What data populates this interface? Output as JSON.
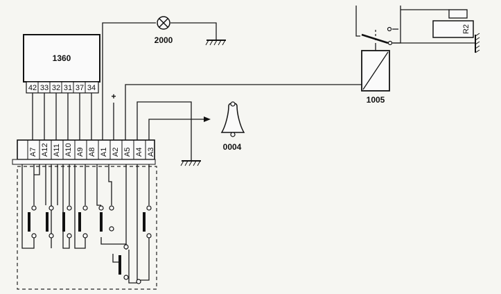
{
  "components": {
    "ecu": "1360",
    "lamp": "2000",
    "relay": "1005",
    "buzzer": "0004",
    "relay_tag": "R2"
  },
  "ecu_pins": [
    "42",
    "33",
    "32",
    "31",
    "37",
    "34"
  ],
  "connector_pins": [
    "A7",
    "A12",
    "A11",
    "A10",
    "A9",
    "A8",
    "A1",
    "A2",
    "A5",
    "A4",
    "A3"
  ],
  "plus_sign": "+"
}
